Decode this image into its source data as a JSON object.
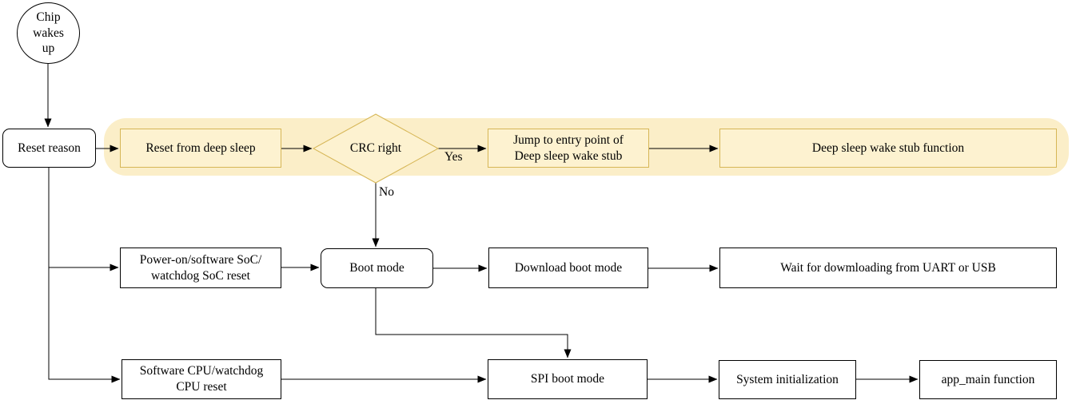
{
  "diagram": {
    "nodes": {
      "chip_wakes_up": "Chip\nwakes\nup",
      "reset_reason": "Reset reason",
      "reset_from_deep_sleep": "Reset from deep sleep",
      "crc_right": "CRC right",
      "jump_to_entry": "Jump to entry point of\nDeep sleep wake stub",
      "deep_sleep_wake_stub": "Deep sleep wake stub function",
      "power_on_reset": "Power-on/software SoC/\nwatchdog SoC reset",
      "boot_mode": "Boot mode",
      "download_boot_mode": "Download boot mode",
      "wait_for_downloading": "Wait for dowmloading from UART or USB",
      "software_cpu_reset": "Software CPU/watchdog\nCPU reset",
      "spi_boot_mode": "SPI boot mode",
      "system_initialization": "System initialization",
      "app_main_function": "app_main function"
    },
    "edge_labels": {
      "yes": "Yes",
      "no": "No"
    },
    "colors": {
      "highlight_band": "#fbeec8",
      "highlight_node_fill": "#fdf2d0",
      "highlight_border": "#d6b656",
      "node_fill": "#ffffff",
      "node_border": "#000000",
      "connector": "#000000",
      "background": "#ffffff"
    }
  }
}
